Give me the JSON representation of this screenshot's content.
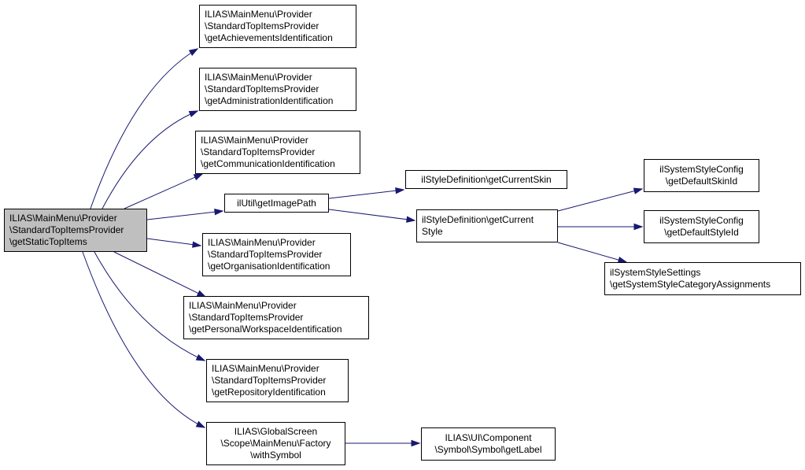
{
  "colors": {
    "edge": "#191970",
    "root_fill": "#bfbfbf",
    "node_fill": "#ffffff",
    "border": "#000000"
  },
  "nodes": [
    {
      "id": "root",
      "lines": [
        "ILIAS\\MainMenu\\Provider",
        "\\StandardTopItemsProvider",
        "\\getStaticTopItems"
      ]
    },
    {
      "id": "achievements",
      "lines": [
        "ILIAS\\MainMenu\\Provider",
        "\\StandardTopItemsProvider",
        "\\getAchievementsIdentification"
      ]
    },
    {
      "id": "administration",
      "lines": [
        "ILIAS\\MainMenu\\Provider",
        "\\StandardTopItemsProvider",
        "\\getAdministrationIdentification"
      ]
    },
    {
      "id": "communication",
      "lines": [
        "ILIAS\\MainMenu\\Provider",
        "\\StandardTopItemsProvider",
        "\\getCommunicationIdentification"
      ]
    },
    {
      "id": "imagepath",
      "lines": [
        "ilUtil\\getImagePath"
      ]
    },
    {
      "id": "organisation",
      "lines": [
        "ILIAS\\MainMenu\\Provider",
        "\\StandardTopItemsProvider",
        "\\getOrganisationIdentification"
      ]
    },
    {
      "id": "personal",
      "lines": [
        "ILIAS\\MainMenu\\Provider",
        "\\StandardTopItemsProvider",
        "\\getPersonalWorkspaceIdentification"
      ]
    },
    {
      "id": "repository",
      "lines": [
        "ILIAS\\MainMenu\\Provider",
        "\\StandardTopItemsProvider",
        "\\getRepositoryIdentification"
      ]
    },
    {
      "id": "withsymbol",
      "lines": [
        "ILIAS\\GlobalScreen",
        "\\Scope\\MainMenu\\Factory",
        "\\withSymbol"
      ]
    },
    {
      "id": "currentskin",
      "lines": [
        "ilStyleDefinition\\getCurrentSkin"
      ]
    },
    {
      "id": "currentstyle",
      "lines": [
        "ilStyleDefinition\\getCurrent",
        "Style"
      ]
    },
    {
      "id": "getlabel",
      "lines": [
        "ILIAS\\UI\\Component",
        "\\Symbol\\Symbol\\getLabel"
      ]
    },
    {
      "id": "defaultskin",
      "lines": [
        "ilSystemStyleConfig",
        "\\getDefaultSkinId"
      ]
    },
    {
      "id": "defaultstyle",
      "lines": [
        "ilSystemStyleConfig",
        "\\getDefaultStyleId"
      ]
    },
    {
      "id": "categoryassign",
      "lines": [
        "ilSystemStyleSettings",
        "\\getSystemStyleCategoryAssignments"
      ]
    }
  ],
  "edges": [
    [
      "root",
      "achievements"
    ],
    [
      "root",
      "administration"
    ],
    [
      "root",
      "communication"
    ],
    [
      "root",
      "imagepath"
    ],
    [
      "root",
      "organisation"
    ],
    [
      "root",
      "personal"
    ],
    [
      "root",
      "repository"
    ],
    [
      "root",
      "withsymbol"
    ],
    [
      "imagepath",
      "currentskin"
    ],
    [
      "imagepath",
      "currentstyle"
    ],
    [
      "currentstyle",
      "defaultskin"
    ],
    [
      "currentstyle",
      "defaultstyle"
    ],
    [
      "currentstyle",
      "categoryassign"
    ],
    [
      "withsymbol",
      "getlabel"
    ]
  ]
}
